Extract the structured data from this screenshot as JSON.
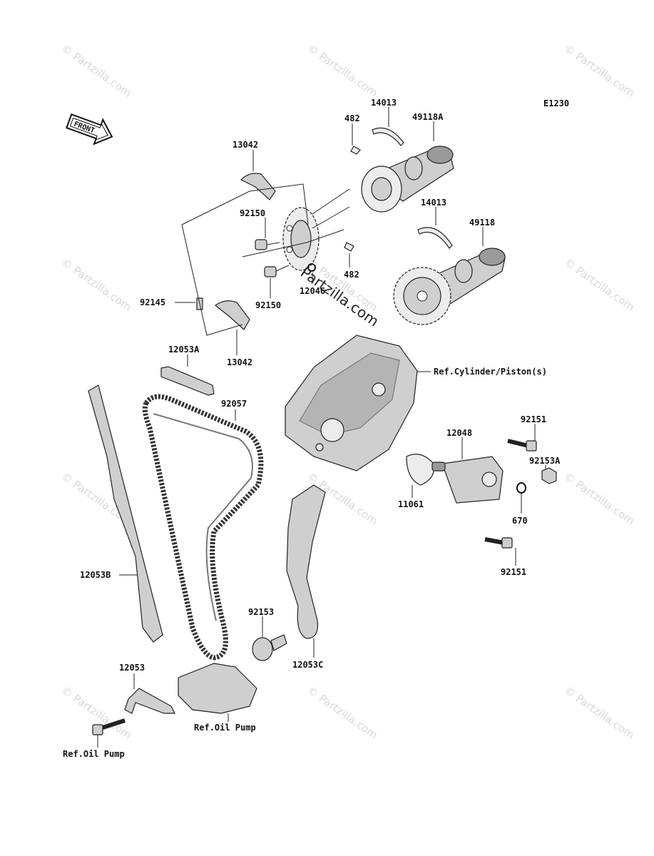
{
  "diagram_code": "E1230",
  "front_label": "FRONT",
  "watermark": "© Partzilla.com",
  "center_watermark": "Partzilla.com",
  "labels": {
    "p14013_top": "14013",
    "p49118A": "49118A",
    "p482_top": "482",
    "p13042_top": "13042",
    "p92150_top": "92150",
    "p14013_mid": "14013",
    "p49118": "49118",
    "p482_bot": "482",
    "p92145": "92145",
    "p92150_bot": "92150",
    "p12046": "12046",
    "p13042_bot": "13042",
    "p12053A": "12053A",
    "ref_cylinder": "Ref.Cylinder/Piston(s)",
    "p92057": "92057",
    "p92151_top": "92151",
    "p12048": "12048",
    "p92153A": "92153A",
    "p11061": "11061",
    "p670": "670",
    "p92151_bot": "92151",
    "p12053B": "12053B",
    "p92153": "92153",
    "p12053C": "12053C",
    "p12053": "12053",
    "ref_oil_pump_1": "Ref.Oil Pump",
    "ref_oil_pump_2": "Ref.Oil Pump"
  }
}
